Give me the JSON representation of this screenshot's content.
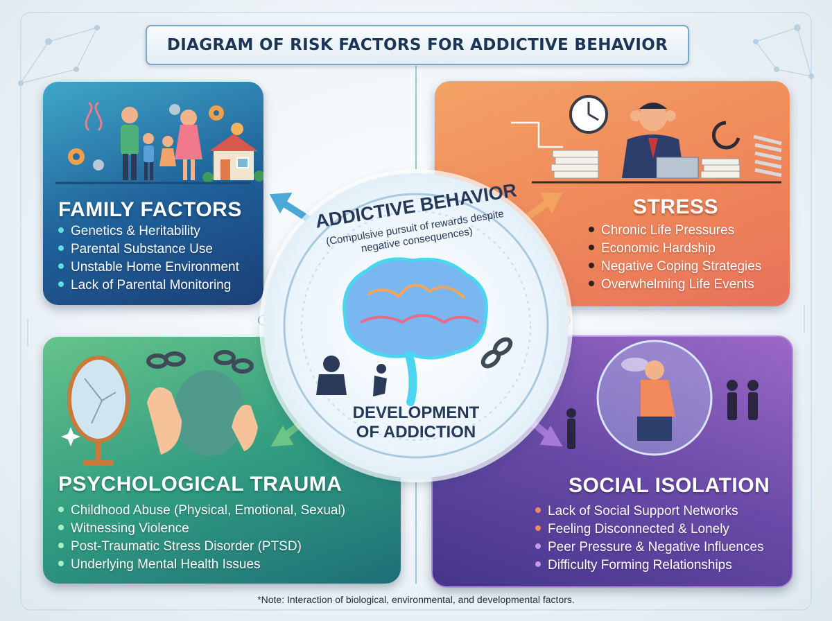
{
  "title": "DIAGRAM OF RISK FACTORS FOR ADDICTIVE BEHAVIOR",
  "center": {
    "title": "ADDICTIVE BEHAVIOR",
    "subtitle_line1": "(Compulsive pursuit of rewards despite",
    "subtitle_line2": "negative consequences)",
    "bottom_line1": "DEVELOPMENT",
    "bottom_line2": "OF ADDICTION"
  },
  "panels": {
    "family": {
      "title": "FAMILY FACTORS",
      "items": [
        "Genetics & Heritability",
        "Parental Substance Use",
        "Unstable Home Environment",
        "Lack of Parental Monitoring"
      ],
      "bullet_color": "#5ee0e6"
    },
    "stress": {
      "title": "STRESS",
      "items": [
        "Chronic Life Pressures",
        "Economic Hardship",
        "Negative Coping Strategies",
        "Overwhelming Life Events"
      ],
      "bullet_color": "#2b2320"
    },
    "trauma": {
      "title": "PSYCHOLOGICAL TRAUMA",
      "items": [
        "Childhood Abuse (Physical, Emotional, Sexual)",
        "Witnessing Violence",
        "Post-Traumatic Stress Disorder (PTSD)",
        "Underlying Mental Health Issues"
      ],
      "bullet_color": "#a8f0c8"
    },
    "social": {
      "title": "SOCIAL ISOLATION",
      "items": [
        "Lack of Social Support Networks",
        "Feeling Disconnected & Lonely",
        "Peer Pressure & Negative Influences",
        "Difficulty Forming Relationships"
      ],
      "bullet_colors": [
        "#f08a5a",
        "#f08a5a",
        "#c59be8",
        "#c59be8"
      ]
    }
  },
  "note": "*Note: Interaction of biological, environmental, and developmental factors.",
  "colors": {
    "title_text": "#1d3554",
    "center_text": "#263858",
    "arrow_family": "#4aa9d6",
    "arrow_stress": "#f2a35f",
    "arrow_trauma": "#6cc486",
    "arrow_social": "#a57ad6"
  }
}
